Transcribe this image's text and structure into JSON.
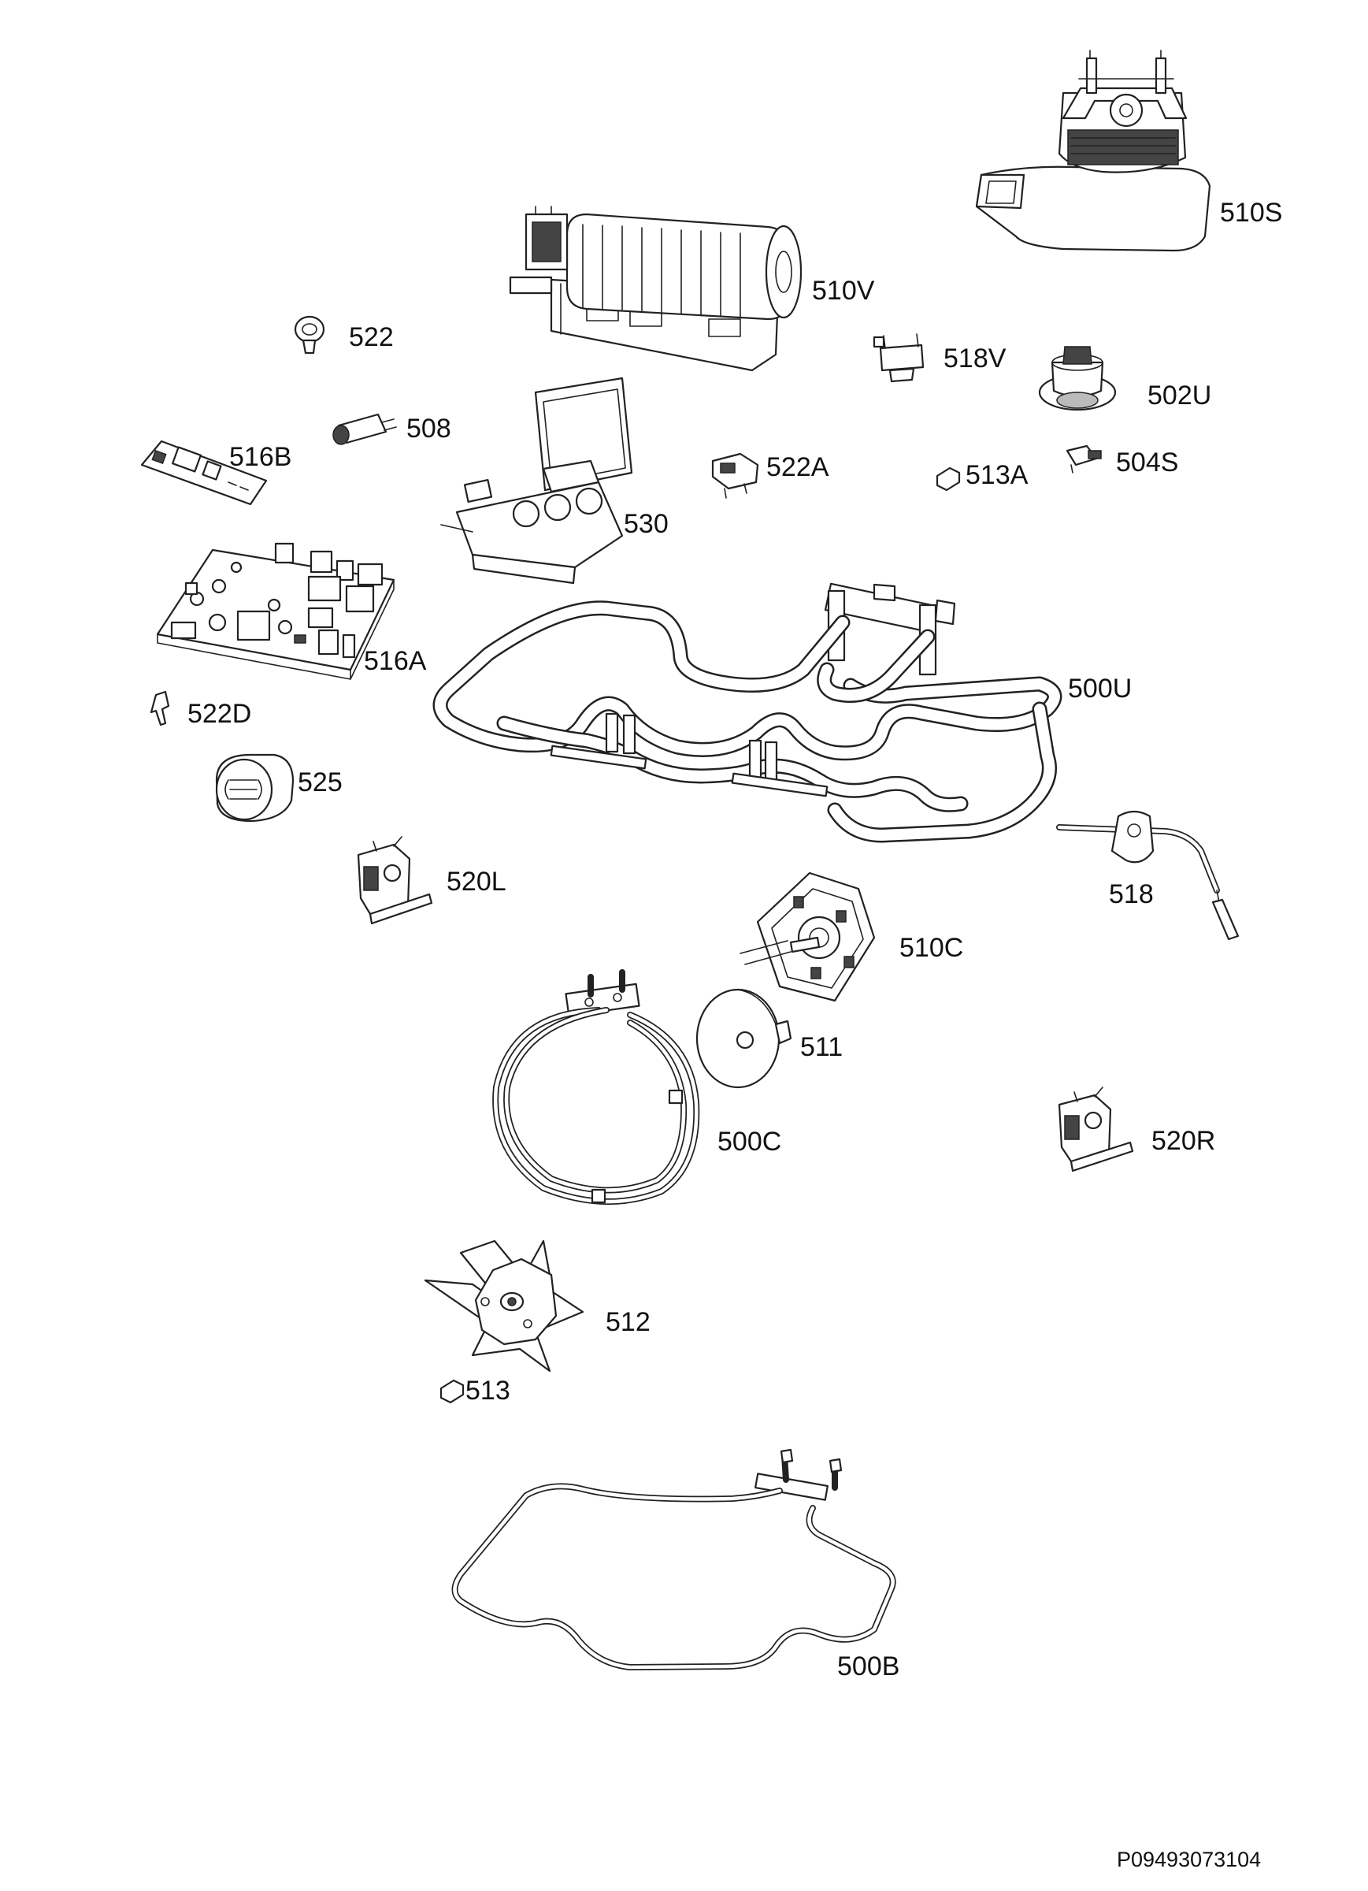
{
  "diagram": {
    "parts": [
      {
        "id": "510S",
        "label": "510S"
      },
      {
        "id": "510V",
        "label": "510V"
      },
      {
        "id": "522",
        "label": "522"
      },
      {
        "id": "518V",
        "label": "518V"
      },
      {
        "id": "502U",
        "label": "502U"
      },
      {
        "id": "508",
        "label": "508"
      },
      {
        "id": "516B",
        "label": "516B"
      },
      {
        "id": "522A",
        "label": "522A"
      },
      {
        "id": "513A",
        "label": "513A"
      },
      {
        "id": "504S",
        "label": "504S"
      },
      {
        "id": "530",
        "label": "530"
      },
      {
        "id": "516A",
        "label": "516A"
      },
      {
        "id": "500U",
        "label": "500U"
      },
      {
        "id": "522D",
        "label": "522D"
      },
      {
        "id": "525",
        "label": "525"
      },
      {
        "id": "518",
        "label": "518"
      },
      {
        "id": "520L",
        "label": "520L"
      },
      {
        "id": "510C",
        "label": "510C"
      },
      {
        "id": "511",
        "label": "511"
      },
      {
        "id": "500C",
        "label": "500C"
      },
      {
        "id": "520R",
        "label": "520R"
      },
      {
        "id": "512",
        "label": "512"
      },
      {
        "id": "513",
        "label": "513"
      },
      {
        "id": "500B",
        "label": "500B"
      }
    ],
    "document_number": "P09493073104"
  },
  "colors": {
    "line": "#222222",
    "background": "#ffffff",
    "text": "#111111"
  }
}
